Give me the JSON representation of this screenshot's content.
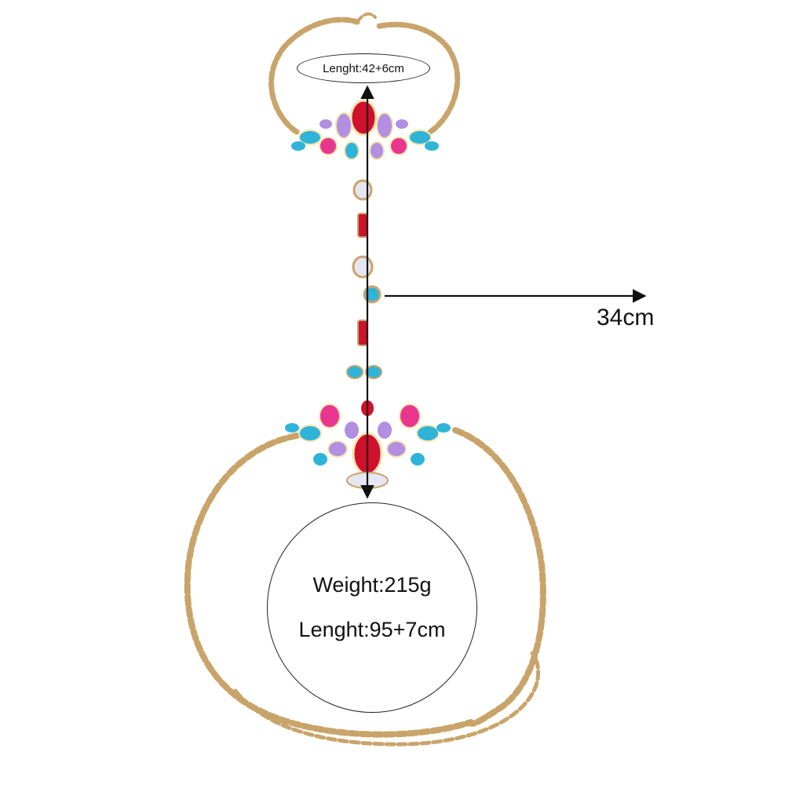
{
  "labels": {
    "necklace_length": "Lenght:42+6cm",
    "drop_length": "34cm",
    "weight": "Weight:215g",
    "body_length": "Lenght:95+7cm"
  },
  "colors": {
    "chain_gold": "#c9a46a",
    "ruby": "#d0102c",
    "aqua": "#2fb3d9",
    "pink": "#e8368f",
    "lavender": "#b28fe0",
    "crystal": "#e6e6f2"
  },
  "illustration": {
    "subject": "gold-chain-body-jewelry",
    "measurement_arrows": [
      "vertical-drop-arrow",
      "horizontal-width-arrow"
    ]
  }
}
